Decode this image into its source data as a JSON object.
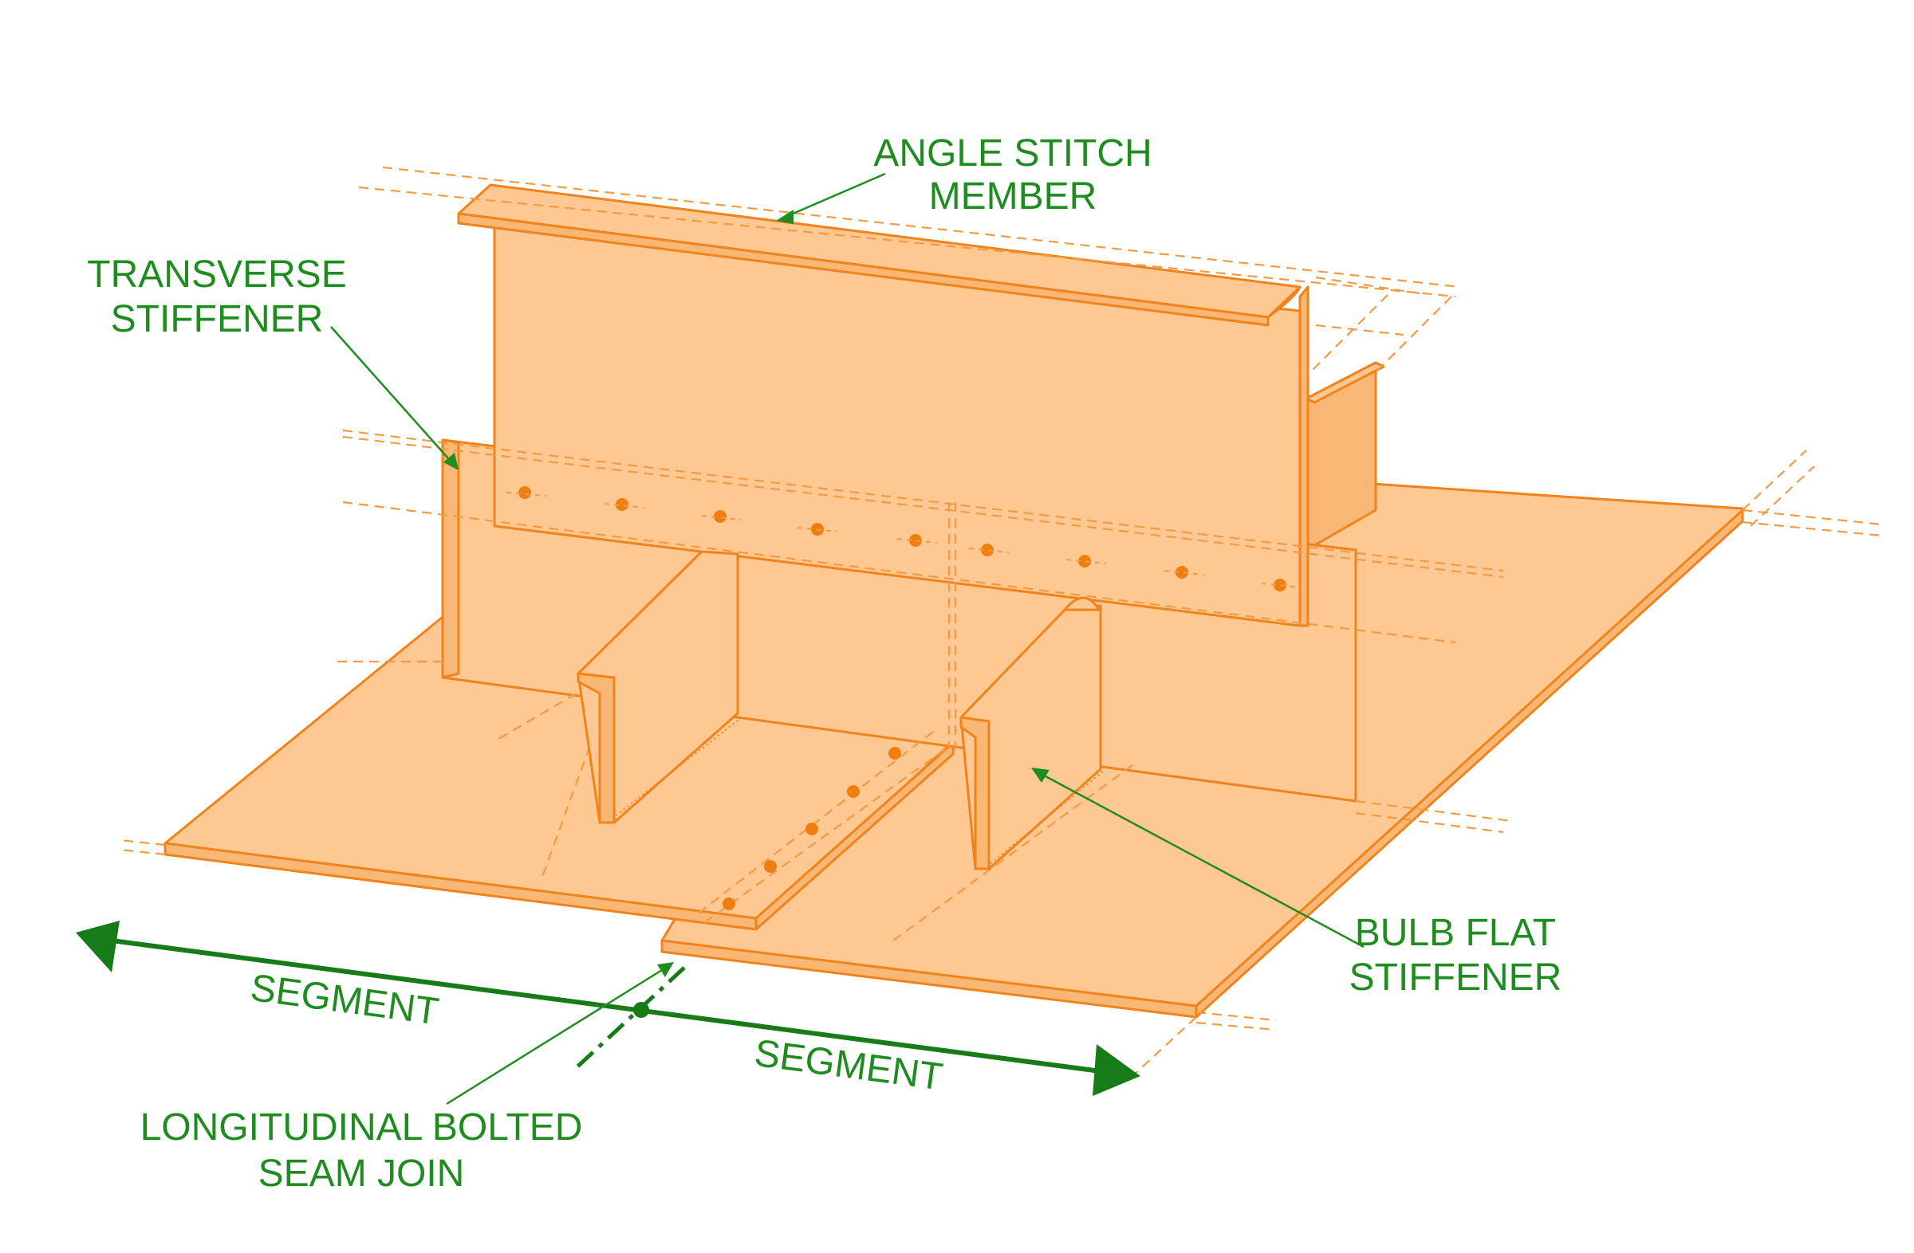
{
  "labels": {
    "angle_stitch": [
      "ANGLE STITCH",
      "MEMBER"
    ],
    "transverse_stiffener": [
      "TRANSVERSE",
      "STIFFENER"
    ],
    "bulb_flat_stiffener": [
      "BULB FLAT",
      "STIFFENER"
    ],
    "segment_left": "SEGMENT",
    "segment_right": "SEGMENT",
    "seam_join": [
      "LONGITUDINAL BOLTED",
      "SEAM JOIN"
    ]
  },
  "colors": {
    "plate_fill": "#fdc891",
    "plate_stroke": "#f0831c",
    "label_green": "#1f8c1f",
    "arrow_green": "#177b17"
  }
}
